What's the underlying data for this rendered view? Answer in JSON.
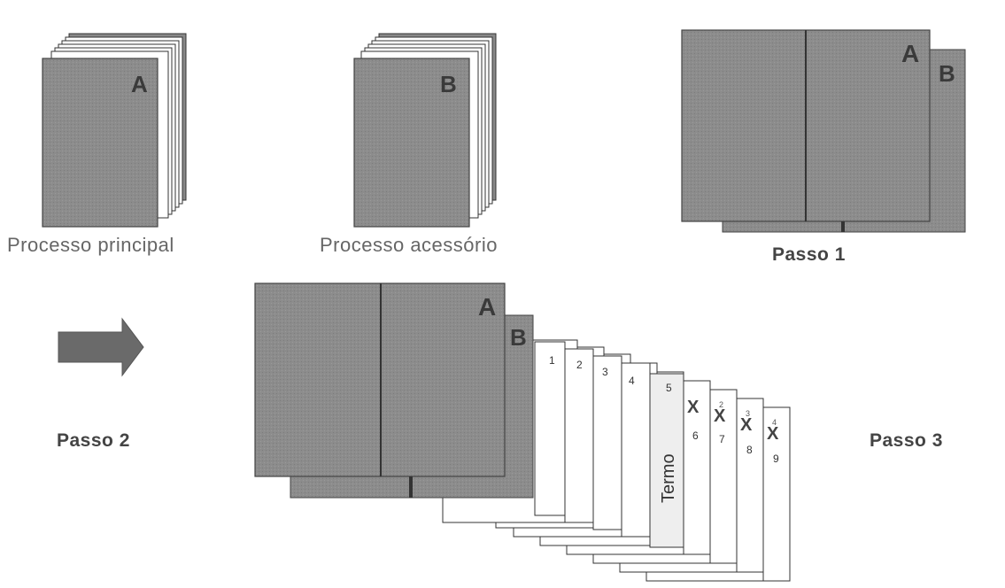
{
  "labels": {
    "main_process": "Processo principal",
    "accessory_process": "Processo acessório",
    "step1": "Passo 1",
    "step2": "Passo 2",
    "step3": "Passo 3"
  },
  "volume_letters": {
    "main": "A",
    "accessory": "B"
  },
  "sheets": {
    "plain_numbers": [
      "1",
      "2",
      "3",
      "4"
    ],
    "termo_number": "5",
    "termo_label": "Termo",
    "cancelled": [
      {
        "number": "6",
        "mark": "X",
        "small": ""
      },
      {
        "number": "7",
        "mark": "X",
        "small": "2"
      },
      {
        "number": "8",
        "mark": "X",
        "small": "3"
      },
      {
        "number": "9",
        "mark": "X",
        "small": "4"
      }
    ]
  },
  "colors": {
    "folder": "#8a8a8a",
    "folder_dark": "#7a7a7a",
    "page": "#ffffff",
    "termo_page": "#eeeeee",
    "arrow": "#6a6a6a"
  }
}
